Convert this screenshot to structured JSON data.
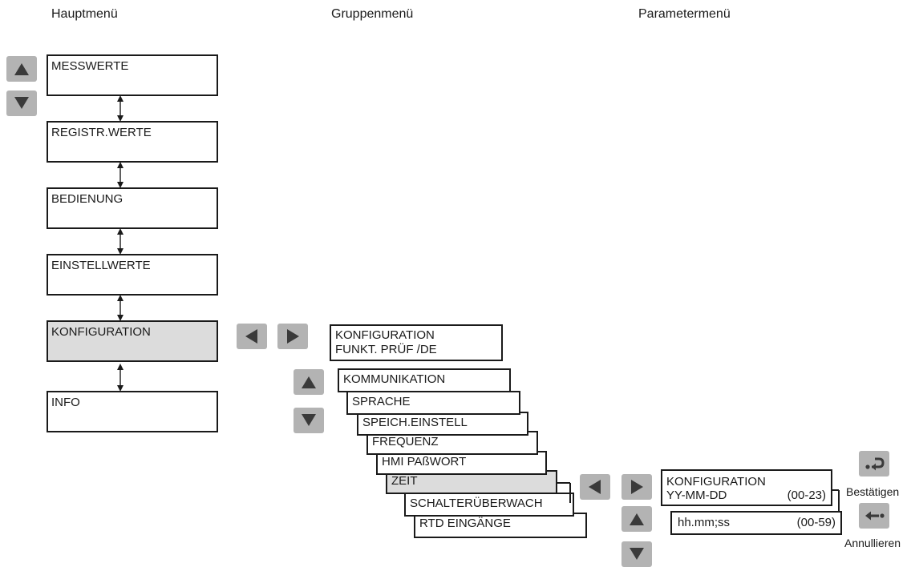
{
  "headers": {
    "main": "Hauptmenü",
    "group": "Gruppenmenü",
    "param": "Parametermenü"
  },
  "main_menu": [
    {
      "label": "MESSWERTE",
      "selected": false
    },
    {
      "label": "REGISTR.WERTE",
      "selected": false
    },
    {
      "label": "BEDIENUNG",
      "selected": false
    },
    {
      "label": "EINSTELLWERTE",
      "selected": false
    },
    {
      "label": "KONFIGURATION",
      "selected": true
    },
    {
      "label": "INFO",
      "selected": false
    }
  ],
  "group_menu": {
    "title_line1": "KONFIGURATION",
    "title_line2": "FUNKT. PRÜF /DE",
    "items": [
      {
        "label": "KOMMUNIKATION",
        "selected": false
      },
      {
        "label": "SPRACHE",
        "selected": false
      },
      {
        "label": "SPEICH.EINSTELL",
        "selected": false
      },
      {
        "label": "FREQUENZ",
        "selected": false
      },
      {
        "label": "HMI PAßWORT",
        "selected": false
      },
      {
        "label": "ZEIT",
        "selected": true
      },
      {
        "label": "SCHALTERÜBERWACH",
        "selected": false
      },
      {
        "label": "RTD EINGÄNGE",
        "selected": false
      }
    ]
  },
  "param_menu": {
    "title": "KONFIGURATION",
    "row1_label": "YY-MM-DD",
    "row1_range": "(00-23)",
    "row2_label": "hh.mm;ss",
    "row2_range": "(00-59)"
  },
  "actions": {
    "confirm_label": "Bestätigen",
    "cancel_label": "Annullieren"
  },
  "colors": {
    "button_gray": "#b3b3b3",
    "selected_fill": "#dcdcdc",
    "line": "#1a1a1a"
  }
}
